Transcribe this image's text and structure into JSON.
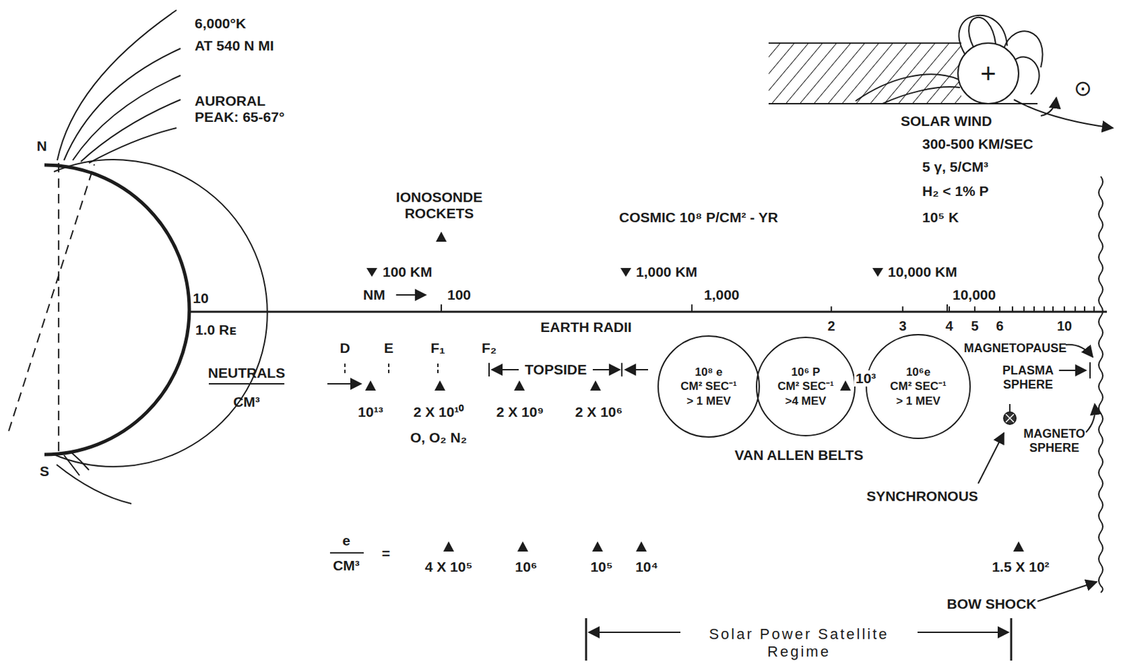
{
  "diagram": {
    "nodes": [
      {
        "text": [
          "10⁸ e",
          "CM² SEC⁻¹",
          "> 1 MEV"
        ]
      },
      {
        "text": [
          "10⁶ P",
          "CM² SEC⁻¹",
          ">4 MEV"
        ]
      },
      {
        "text": [
          "10⁶e",
          "CM² SEC⁻¹",
          "> 1 MEV"
        ]
      }
    ],
    "labels": [
      "6,000°K",
      "AT 540 N MI",
      "AURORAL PEAK: 65-67°",
      "N",
      "S",
      "10",
      "1.0 Rᴇ",
      "IONOSONDE ROCKETS",
      "100 KM",
      "NM",
      "100",
      "1,000 KM",
      "1,000",
      "10,000 KM",
      "10,000",
      "COSMIC 10⁸ P/CM² - YR",
      "EARTH RADII",
      "2",
      "3",
      "4",
      "5",
      "6",
      "10",
      "SOLAR WIND",
      "300-500 KM/SEC",
      "5 γ, 5/CM³",
      "H₂ < 1% P",
      "10⁵ K",
      "+",
      "⊙",
      "D",
      "E",
      "F₁",
      "F₂",
      "TOPSIDE",
      "NEUTRALS",
      "CM³",
      "10¹³",
      "2 X 10¹⁰",
      "O, O₂ N₂",
      "2 X 10⁹",
      "2 X 10⁶",
      "10³",
      "VAN ALLEN BELTS",
      "MAGNETOPAUSE",
      "PLASMA SPHERE",
      "MAGNETO SPHERE",
      "SYNCHRONOUS",
      "e",
      "CM³",
      "=",
      "4 X 10⁵",
      "10⁶",
      "10⁵",
      "10⁴",
      "1.5 X 10²",
      "BOW SHOCK",
      "Solar Power Satellite Regime"
    ]
  }
}
